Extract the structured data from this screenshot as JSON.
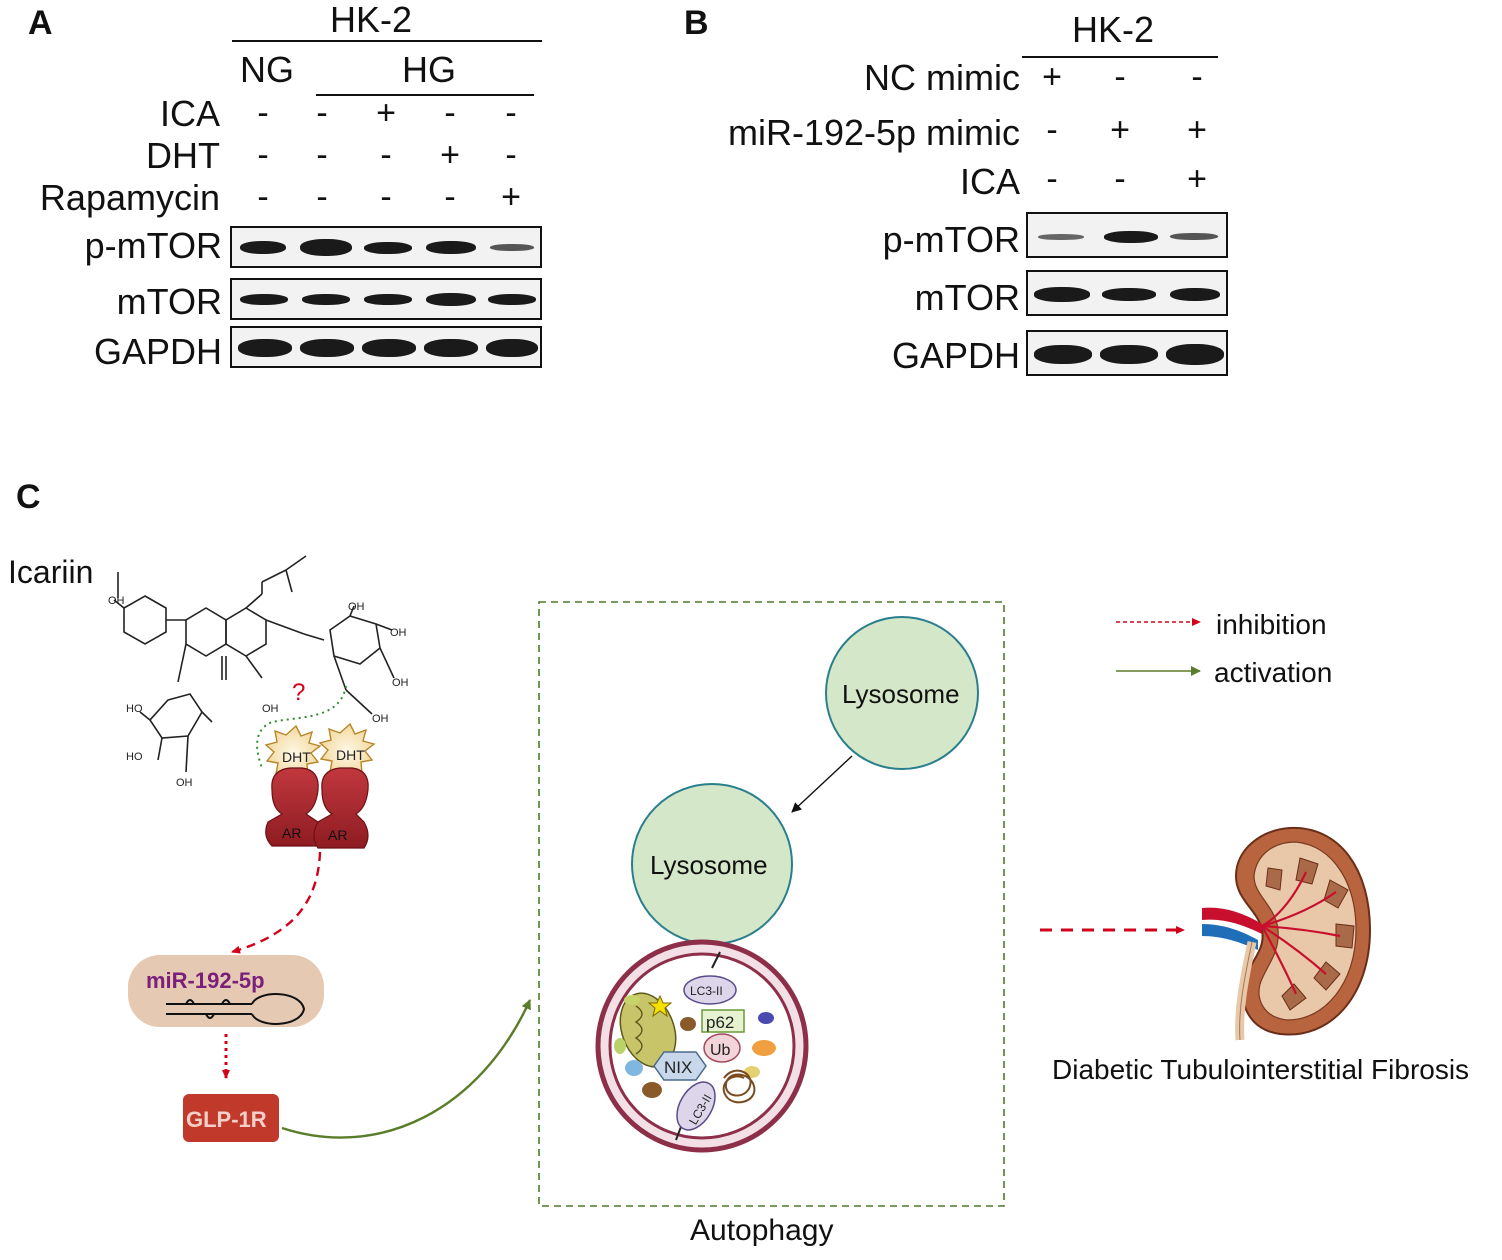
{
  "panel_a": {
    "letter": "A",
    "cell_line": "HK-2",
    "groups": [
      "NG",
      "HG"
    ],
    "treatments": [
      {
        "name": "ICA",
        "signs": [
          "-",
          "-",
          "+",
          "-",
          "-"
        ]
      },
      {
        "name": "DHT",
        "signs": [
          "-",
          "-",
          "-",
          "+",
          "-"
        ]
      },
      {
        "name": "Rapamycin",
        "signs": [
          "-",
          "-",
          "-",
          "-",
          "+"
        ]
      }
    ],
    "blots": [
      "p-mTOR",
      "mTOR",
      "GAPDH"
    ]
  },
  "panel_b": {
    "letter": "B",
    "cell_line": "HK-2",
    "treatments": [
      {
        "name": "NC mimic",
        "signs": [
          "+",
          "-",
          "-"
        ]
      },
      {
        "name": "miR-192-5p mimic",
        "signs": [
          "-",
          "+",
          "+"
        ]
      },
      {
        "name": "ICA",
        "signs": [
          "-",
          "-",
          "+"
        ]
      }
    ],
    "blots": [
      "p-mTOR",
      "mTOR",
      "GAPDH"
    ]
  },
  "panel_c": {
    "letter": "C",
    "compound": "Icariin",
    "question_mark": "?",
    "oh_labels": [
      "OH",
      "OH",
      "OH",
      "OH",
      "OH",
      "OH",
      "HO",
      "HO",
      "OH"
    ],
    "dht": [
      "DHT",
      "DHT"
    ],
    "ar": [
      "AR",
      "AR"
    ],
    "mirna": "miR-192-5p",
    "receptor": "GLP-1R",
    "lysosome_top": "Lysosome",
    "lysosome_bottom": "Lysosome",
    "autophagosome_labels": [
      "LC3-II",
      "p62",
      "Ub",
      "NIX",
      "LC3-II"
    ],
    "autophagy_label": "Autophagy",
    "legend": [
      {
        "label": "inhibition",
        "color": "#d0021b",
        "style": "dashed"
      },
      {
        "label": "activation",
        "color": "#5a7d2a",
        "style": "solid"
      }
    ],
    "outcome": "Diabetic Tubulointerstitial Fibrosis"
  }
}
